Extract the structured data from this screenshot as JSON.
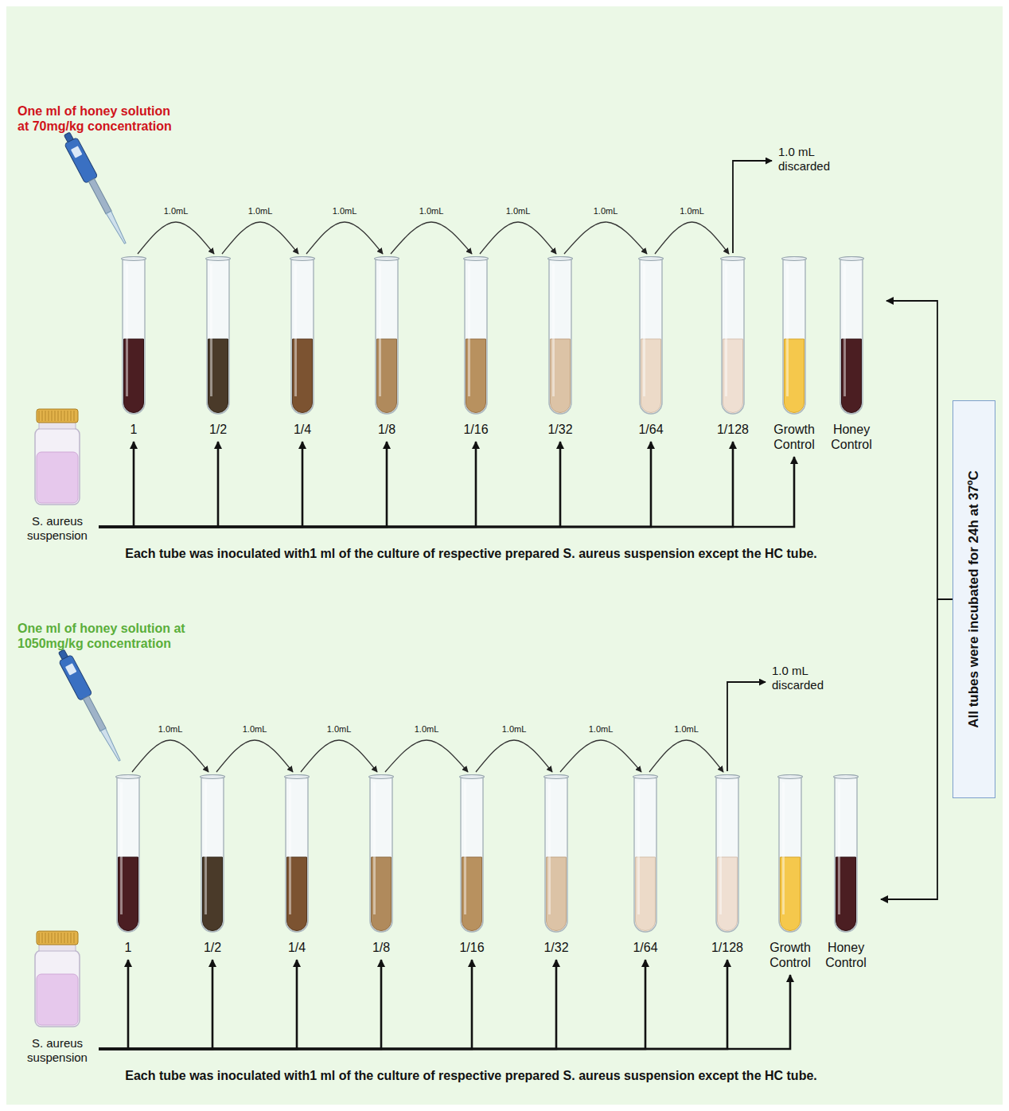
{
  "diagram": {
    "nodes": [
      {
        "text": [
          "1"
        ]
      },
      {
        "text": [
          "1/2"
        ]
      },
      {
        "text": [
          "1/4"
        ]
      },
      {
        "text": [
          "1/8"
        ]
      },
      {
        "text": [
          "1/16"
        ]
      },
      {
        "text": [
          "1/32"
        ]
      },
      {
        "text": [
          "1/64"
        ]
      },
      {
        "text": [
          "1/128"
        ]
      },
      {
        "text": [
          "Growth Control"
        ]
      },
      {
        "text": [
          "Honey Control"
        ]
      },
      {
        "text": [
          "S. aureus suspension"
        ]
      },
      {
        "text": [
          "1"
        ]
      },
      {
        "text": [
          "1/2"
        ]
      },
      {
        "text": [
          "1/4"
        ]
      },
      {
        "text": [
          "1/8"
        ]
      },
      {
        "text": [
          "1/16"
        ]
      },
      {
        "text": [
          "1/32"
        ]
      },
      {
        "text": [
          "1/64"
        ]
      },
      {
        "text": [
          "1/128"
        ]
      },
      {
        "text": [
          "Growth Control"
        ]
      },
      {
        "text": [
          "Honey Control"
        ]
      },
      {
        "text": [
          "S. aureus suspension"
        ]
      },
      {
        "text": [
          "All tubes were incubated for 24h at 37ºC"
        ]
      }
    ],
    "edges": [
      {
        "from": 0,
        "to": 1,
        "label": "1.0mL",
        "arrow": "to"
      },
      {
        "from": 1,
        "to": 2,
        "label": "1.0mL",
        "arrow": "to"
      },
      {
        "from": 2,
        "to": 3,
        "label": "1.0mL",
        "arrow": "to"
      },
      {
        "from": 3,
        "to": 4,
        "label": "1.0mL",
        "arrow": "to"
      },
      {
        "from": 4,
        "to": 5,
        "label": "1.0mL",
        "arrow": "to"
      },
      {
        "from": 5,
        "to": 6,
        "label": "1.0mL",
        "arrow": "to"
      },
      {
        "from": 6,
        "to": 7,
        "label": "1.0mL",
        "arrow": "to"
      },
      {
        "from": 10,
        "to": 0,
        "arrow": "to"
      },
      {
        "from": 10,
        "to": 1,
        "arrow": "to"
      },
      {
        "from": 10,
        "to": 2,
        "arrow": "to"
      },
      {
        "from": 10,
        "to": 3,
        "arrow": "to"
      },
      {
        "from": 10,
        "to": 4,
        "arrow": "to"
      },
      {
        "from": 10,
        "to": 5,
        "arrow": "to"
      },
      {
        "from": 10,
        "to": 6,
        "arrow": "to"
      },
      {
        "from": 10,
        "to": 7,
        "arrow": "to"
      },
      {
        "from": 10,
        "to": 8,
        "arrow": "to"
      },
      {
        "from": 11,
        "to": 12,
        "label": "1.0mL",
        "arrow": "to"
      },
      {
        "from": 12,
        "to": 13,
        "label": "1.0mL",
        "arrow": "to"
      },
      {
        "from": 13,
        "to": 14,
        "label": "1.0mL",
        "arrow": "to"
      },
      {
        "from": 14,
        "to": 15,
        "label": "1.0mL",
        "arrow": "to"
      },
      {
        "from": 15,
        "to": 16,
        "label": "1.0mL",
        "arrow": "to"
      },
      {
        "from": 16,
        "to": 17,
        "label": "1.0mL",
        "arrow": "to"
      },
      {
        "from": 17,
        "to": 18,
        "label": "1.0mL",
        "arrow": "to"
      },
      {
        "from": 21,
        "to": 11,
        "arrow": "to"
      },
      {
        "from": 21,
        "to": 12,
        "arrow": "to"
      },
      {
        "from": 21,
        "to": 13,
        "arrow": "to"
      },
      {
        "from": 21,
        "to": 14,
        "arrow": "to"
      },
      {
        "from": 21,
        "to": 15,
        "arrow": "to"
      },
      {
        "from": 21,
        "to": 16,
        "arrow": "to"
      },
      {
        "from": 21,
        "to": 17,
        "arrow": "to"
      },
      {
        "from": 21,
        "to": 18,
        "arrow": "to"
      },
      {
        "from": 21,
        "to": 19,
        "arrow": "to"
      },
      {
        "from": 22,
        "to": 9,
        "arrow": "to"
      },
      {
        "from": 22,
        "to": 20,
        "arrow": "to"
      }
    ],
    "labels": [
      "One ml of honey solution at 70mg/kg concentration",
      "1.0 mL discarded",
      "Each tube was inoculated with1 ml of the culture of respective prepared S. aureus suspension except the HC tube.",
      "One ml of honey solution at 1050mg/kg concentration",
      "1.0 mL discarded",
      "Each tube was inoculated with1 ml of the culture of respective prepared S. aureus suspension except the HC tube."
    ]
  }
}
